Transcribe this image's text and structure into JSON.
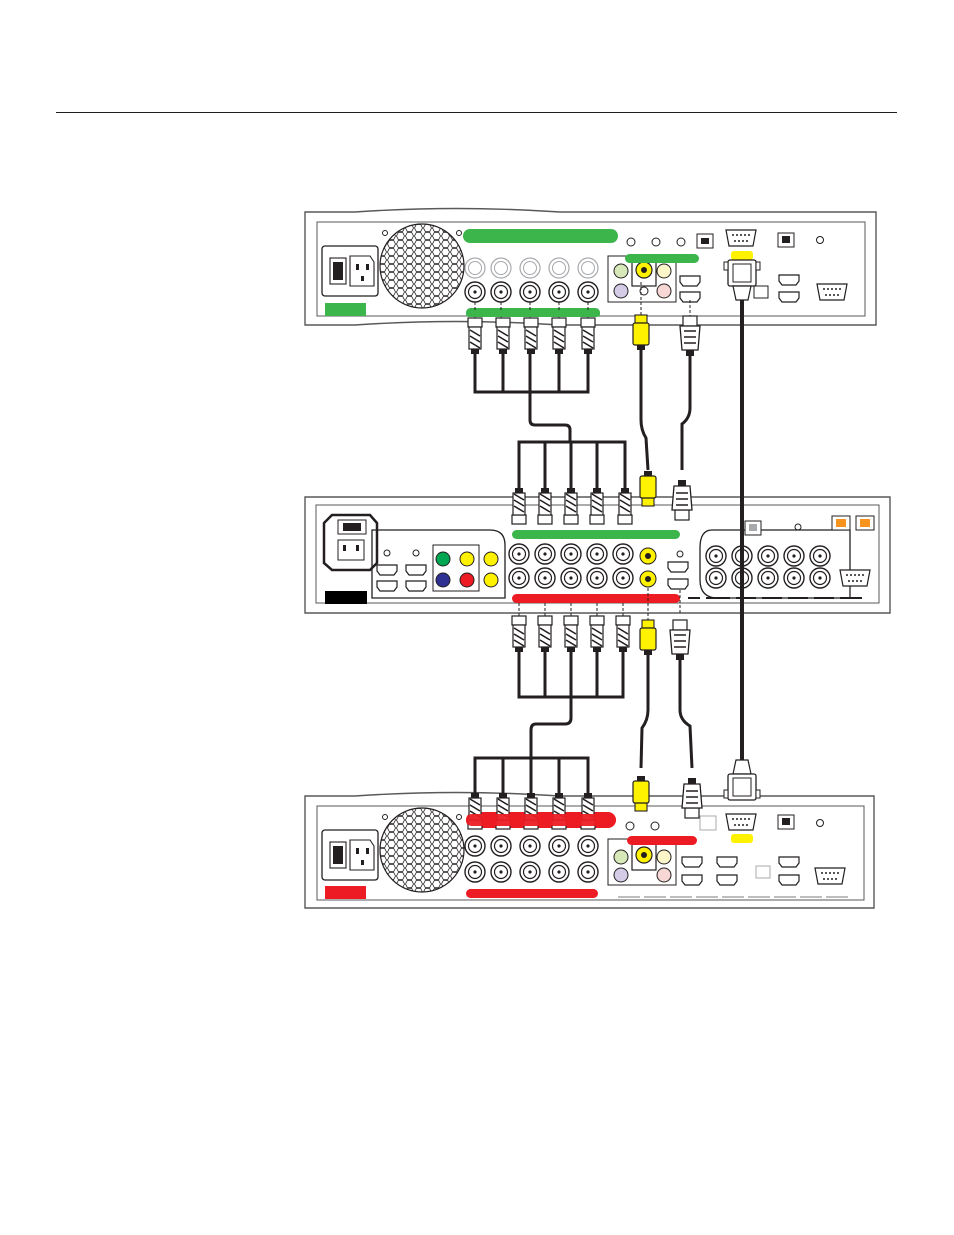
{
  "page": {
    "header_rule": true
  },
  "diagram": {
    "description_free": true,
    "units": [
      {
        "id": "top-unit",
        "tag_color": "#3cb54a",
        "role": "source"
      },
      {
        "id": "middle-unit",
        "tag_color": "#000000",
        "role": "switcher"
      },
      {
        "id": "bottom-unit",
        "tag_color": "#ed1c24",
        "role": "destination"
      }
    ],
    "cables": [
      {
        "id": "bnc-bundle-upper",
        "type": "bnc",
        "count": 5,
        "color": "#231f20"
      },
      {
        "id": "bnc-bundle-lower",
        "type": "bnc",
        "count": 5,
        "color": "#231f20"
      },
      {
        "id": "composite-upper",
        "type": "rca",
        "color": "#fff200"
      },
      {
        "id": "composite-lower",
        "type": "rca",
        "color": "#fff200"
      },
      {
        "id": "hdmi-upper",
        "type": "hdmi",
        "color": "#231f20"
      },
      {
        "id": "hdmi-lower",
        "type": "hdmi",
        "color": "#231f20"
      },
      {
        "id": "rs232-link",
        "type": "db9",
        "color": "#231f20"
      }
    ],
    "colors": {
      "green": "#3cb54a",
      "red": "#ed1c24",
      "yellow": "#fff200",
      "line": "#231f20",
      "panel_stroke": "#58595b"
    }
  }
}
